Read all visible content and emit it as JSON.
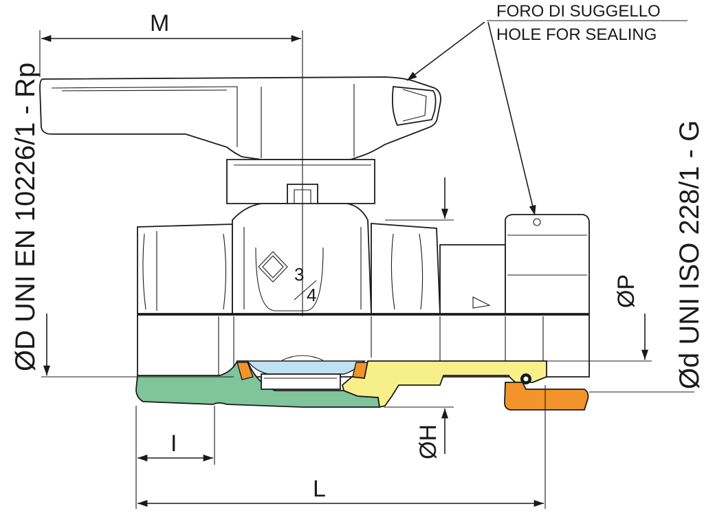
{
  "dimensions": {
    "m": "M",
    "l": "L",
    "i": "I",
    "oh": "ØH",
    "op": "ØP"
  },
  "threads": {
    "left": "ØD UNI EN 10226/1 - Rp",
    "right": "Ød UNI ISO 228/1 - G"
  },
  "seal_note": {
    "italian": "FORO DI SUGGELLO",
    "english": "HOLE FOR SEALING"
  },
  "body_marking": {
    "size_numerator": "3",
    "size_denominator": "4"
  },
  "colors": {
    "outline": "#1a1a1a",
    "green_body": "#7fc49a",
    "yellow_insert": "#f7f08a",
    "orange_seal": "#f2942a",
    "blue_ball": "#bfe2f2"
  }
}
